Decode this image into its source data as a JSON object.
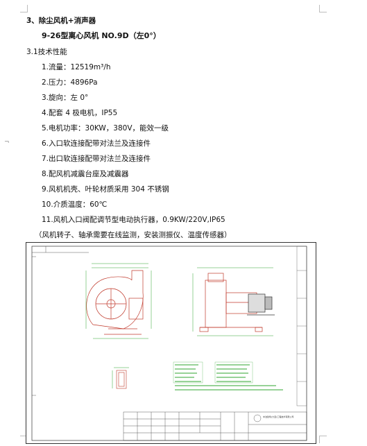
{
  "section_heading": "3、除尘风机+消声器",
  "fan_model": "9-26型离心风机 NO.9D（左0°）",
  "subsection": "3.1技术性能",
  "specs": [
    "1.流量：12519m³/h",
    "2.压力：4896Pa",
    "3.旋向：左 0°",
    "4.配套 4 极电机，IP55",
    "5.电机功率：30KW，380V，能效一级",
    "6.入口软连接配带对法兰及连接件",
    "7.出口软连接配带对法兰及连接件",
    "8.配风机减震台座及减震器",
    "9.风机机壳、叶轮材质采用 304 不锈钢",
    "10.介质温度：60℃",
    "11.风机入口阀配调节型电动执行器，0.9KW/220V,IP65"
  ],
  "note": "（风机转子、轴承需要在线监测，安装测振仪、温度传感器）",
  "margin_mark": "¬",
  "drawing": {
    "company": "中冶建筑(大连)工程技术有限公司"
  },
  "colors": {
    "text": "#111111",
    "drawing_red": "#c0392b",
    "drawing_green": "#2fa52f",
    "drawing_line": "#333333"
  }
}
